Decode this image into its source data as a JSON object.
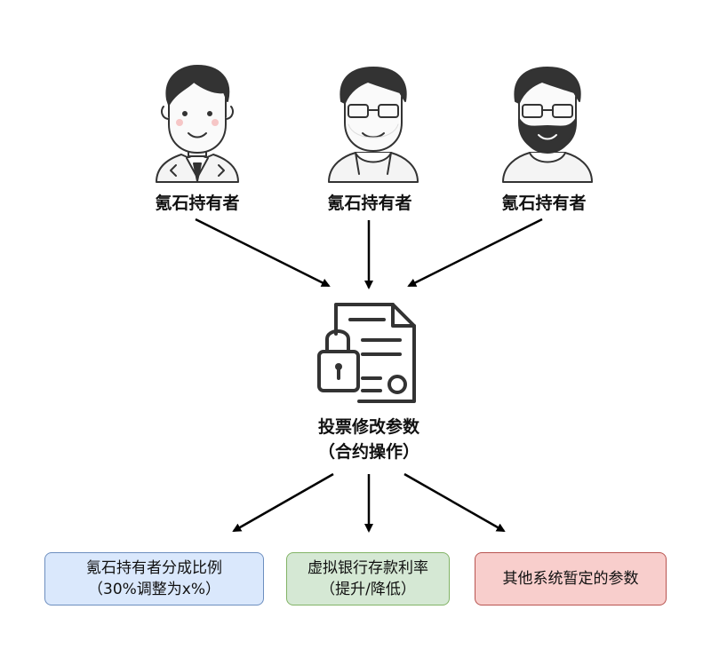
{
  "holders": [
    {
      "label": "氪石持有者",
      "icon": "businessman-icon"
    },
    {
      "label": "氪石持有者",
      "icon": "glasses-man-icon"
    },
    {
      "label": "氪石持有者",
      "icon": "bearded-man-icon"
    }
  ],
  "center": {
    "icon": "locked-contract-icon",
    "title": "投票修改参数",
    "subtitle": "（合约操作）"
  },
  "outcomes": [
    {
      "line1": "氪石持有者分成比例",
      "line2": "（30%调整为x%）",
      "fill": "#dae8fc",
      "stroke": "#6c8ebf"
    },
    {
      "line1": "虚拟银行存款利率",
      "line2": "（提升/降低）",
      "fill": "#d5e8d4",
      "stroke": "#82b366"
    },
    {
      "line1": "其他系统暂定的参数",
      "line2": "",
      "fill": "#f8cecc",
      "stroke": "#b85450"
    }
  ]
}
